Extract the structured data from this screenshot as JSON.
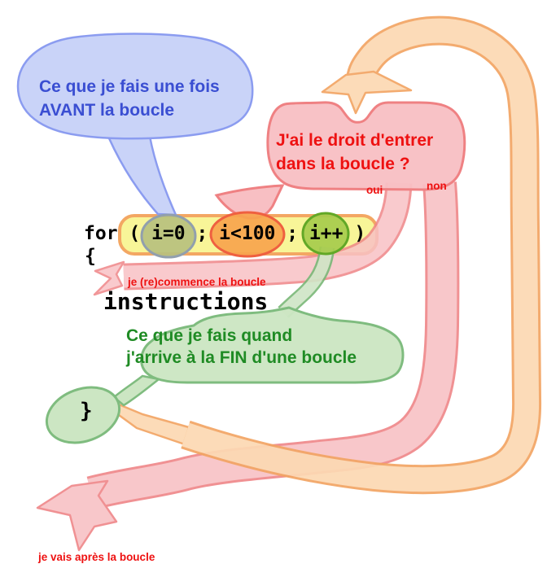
{
  "diagram_title": "for loop flow (French tutorial diagram)",
  "bubbles": {
    "before": {
      "line1": "Ce que je fais une fois",
      "line2": "AVANT la boucle"
    },
    "condition": {
      "line1": "J'ai le droit d'entrer",
      "line2": "dans la boucle ?"
    },
    "end": {
      "line1": "Ce que je fais quand",
      "line2": "j'arrive à la FIN d'une boucle"
    }
  },
  "labels": {
    "yes": "oui",
    "no": "non",
    "restart": "je (re)commence la boucle",
    "after": "je vais après la boucle"
  },
  "code": {
    "for_line": "for ( i=0 ; i<100 ; i++ )",
    "open_brace": "{",
    "body": "instructions",
    "close_brace": "}",
    "init": "i=0",
    "condition": "i<100",
    "increment": "i++"
  },
  "colors": {
    "blue_bubble_fill": "#c9d3f8",
    "blue_bubble_border": "#8b9cf0",
    "blue_text": "#3a4ed2",
    "pink_fill": "#f8c1c5",
    "pink_border": "#ef8688",
    "red_text": "#ee1111",
    "orange_band_fill": "#fcd9b3",
    "orange_band_border": "#f2a463",
    "yellow_box_fill": "#f8f598",
    "yellow_box_border": "#f3a763",
    "init_ellipse_fill": "#b7c07e",
    "init_ellipse_border": "#919fad",
    "condition_ellipse_fill": "#f7a44d",
    "condition_ellipse_border": "#ef6040",
    "increment_ellipse_fill": "#a6cb4c",
    "increment_ellipse_border": "#62a827",
    "green_bubble_fill": "#cce6c3",
    "green_bubble_border": "#7fbc7f",
    "green_text": "#1f8b24"
  }
}
